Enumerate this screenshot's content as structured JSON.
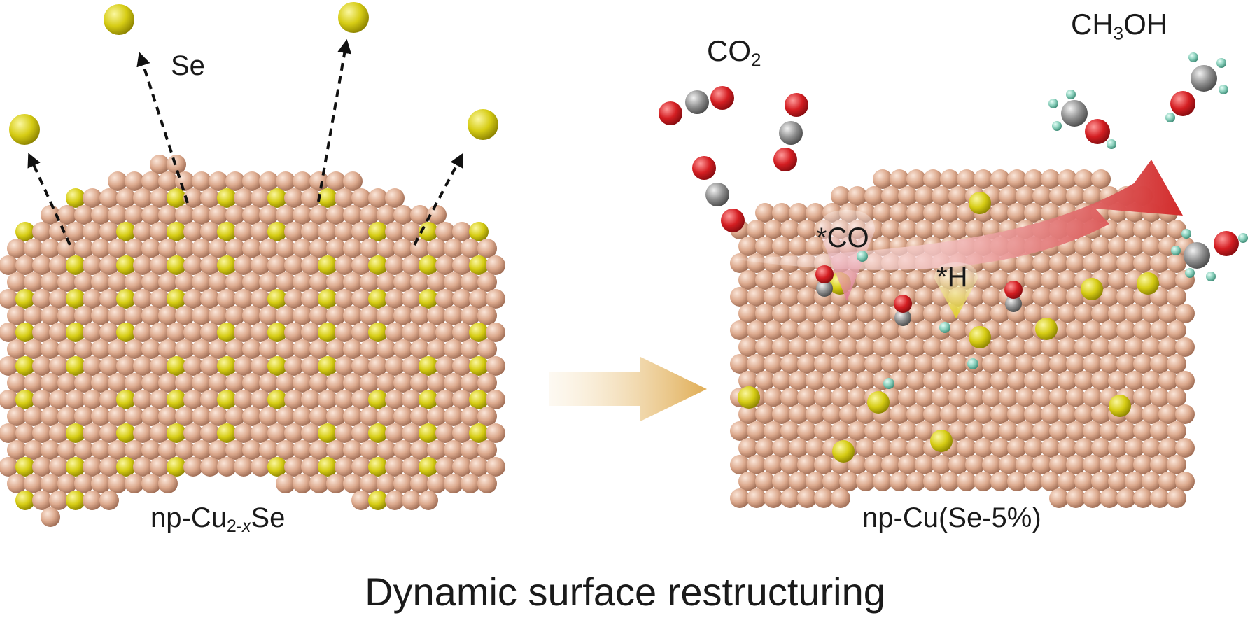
{
  "labels": {
    "released": "Se",
    "reactant_pre": "CO",
    "reactant_sub": "2",
    "product_pre": "CH",
    "product_sub": "3",
    "product_post": "OH",
    "adsorbate_co": "*CO",
    "adsorbate_h": "*H"
  },
  "captions": {
    "left_pre": "np-Cu",
    "left_sub": "2-",
    "left_sub_var": "x",
    "left_post": "Se",
    "right": "np-Cu(Se-5%)"
  },
  "title": "Dynamic surface restructuring",
  "colors": {
    "copper": "#d9a487",
    "selenium": "#d8d018",
    "oxygen": "#d41e22",
    "carbon": "#8a8a8a",
    "hydrogen": "#7fc9b6",
    "process_arrow": "#e3b86a",
    "reaction_arrow": "#d63030",
    "text": "#1a1a1a"
  }
}
